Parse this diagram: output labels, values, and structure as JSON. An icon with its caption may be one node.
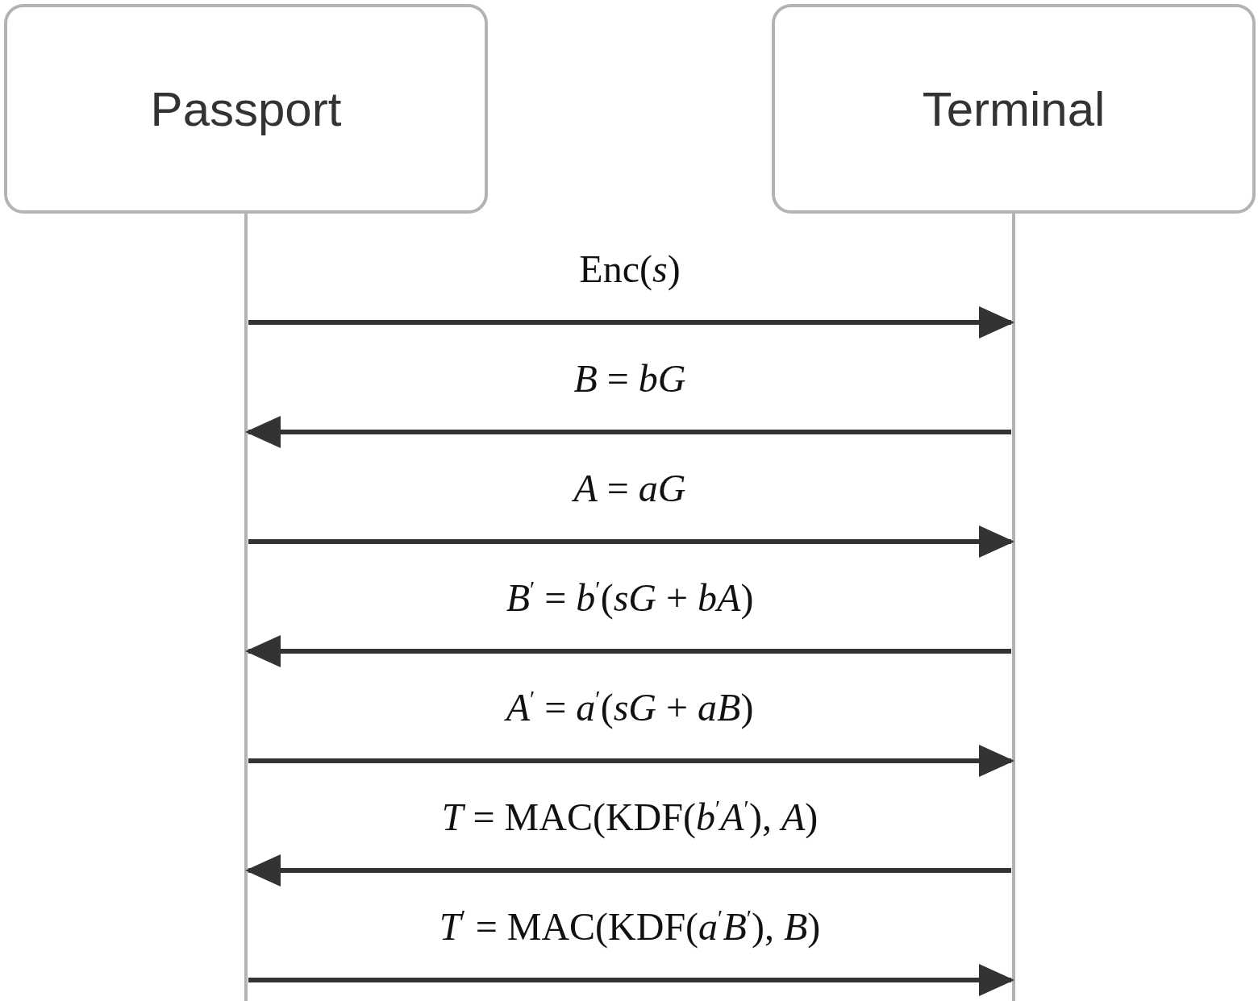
{
  "diagram": {
    "nodes": [
      {
        "text": [
          "Passport"
        ]
      },
      {
        "text": [
          "Terminal"
        ]
      }
    ],
    "edges": [
      {
        "from": 0,
        "to": 1,
        "arrow": "to",
        "label": "Enc(*s*)"
      },
      {
        "from": 1,
        "to": 0,
        "arrow": "to",
        "label": "*B* = *bG*"
      },
      {
        "from": 0,
        "to": 1,
        "arrow": "to",
        "label": "*A* = *aG*"
      },
      {
        "from": 1,
        "to": 0,
        "arrow": "to",
        "label": "*B*$^{′}$ = *b*$^{′}$(*sG* + *bA*)"
      },
      {
        "from": 0,
        "to": 1,
        "arrow": "to",
        "label": "*A*$^{′}$ = *a*$^{′}$(*sG* + *aB*)"
      },
      {
        "from": 1,
        "to": 0,
        "arrow": "to",
        "label": "*T* = MAC(KDF(*b*$^{′}$*A*$^{′}$), *A*)"
      },
      {
        "from": 0,
        "to": 1,
        "arrow": "to",
        "label": "*T*$^{′}$ = MAC(KDF(*a*$^{′}$*B*$^{′}$), *B*)"
      }
    ]
  }
}
